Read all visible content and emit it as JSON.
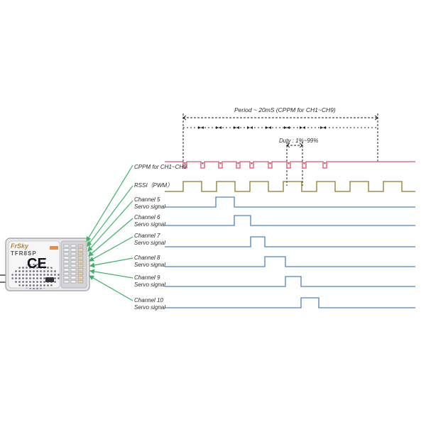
{
  "diagram": {
    "period_label": "Period ~ 20mS   (CPPM  for CH1~CH9)",
    "duty_label": "Duty : 1%~99%",
    "signals": [
      {
        "name": "CPPM  for CH1~CH9",
        "color": "#d9536b"
      },
      {
        "name": "RSSI（PWM）",
        "color": "#8a7a2c"
      },
      {
        "name": "Channel 5",
        "sub": "Servo signal",
        "color": "#4a84c4"
      },
      {
        "name": "Channel 6",
        "sub": "Servo signal",
        "color": "#4a84c4"
      },
      {
        "name": "Channel 7",
        "sub": "Servo signal",
        "color": "#4a84c4"
      },
      {
        "name": "Channel 8",
        "sub": "Servo signal",
        "color": "#4a84c4"
      },
      {
        "name": "Channel 9",
        "sub": "Servo signal",
        "color": "#4a84c4"
      },
      {
        "name": "Channel 10",
        "sub": "Servo signal",
        "color": "#4a84c4"
      }
    ],
    "arrow_color": "#3bb36a"
  },
  "receiver": {
    "brand": "FrSky",
    "model": "TFR8SP",
    "mark": "CE"
  }
}
